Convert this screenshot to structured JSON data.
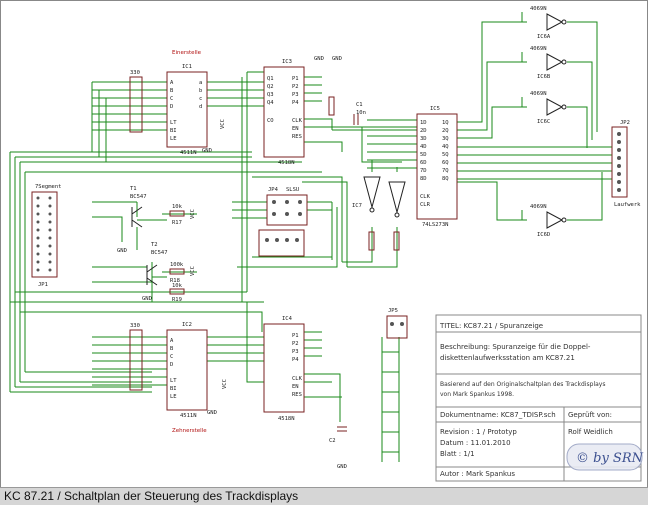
{
  "caption": "KC 87.21 / Schaltplan der Steuerung des Trackdisplays",
  "colors": {
    "wire": "#1a8a1a",
    "part": "#7a2020",
    "bus": "#223399",
    "label_red": "#b01010"
  },
  "parts": {
    "ic1": "IC1",
    "ic1_type": "4511N",
    "ic1_title": "Einerstelle",
    "ic2": "IC2",
    "ic2_type": "4511N",
    "ic2_title": "Zehnerstelle",
    "ic3": "IC3",
    "ic3_type": "4518N",
    "ic4": "IC4",
    "ic4_type": "4518N",
    "ic5": "IC5",
    "ic5_type": "74LS273N",
    "ic6a": "IC6A",
    "ic6b": "IC6B",
    "ic6c": "IC6C",
    "ic6d": "IC6D",
    "ic7": "IC7",
    "inv_type": "4069N",
    "jp1": "JP1",
    "jp2": "JP2",
    "jp2_label": "Laufwerk",
    "jp4": "JP4",
    "jp5": "JP5",
    "slsu": "SLSU",
    "seg": "7Segment",
    "t1": "T1",
    "t1_type": "BC547",
    "t2": "T2",
    "t2_type": "BC547",
    "r17": "R17",
    "r17_val": "10k",
    "r18": "R18",
    "r18_val": "100k",
    "r19": "R19",
    "r19_val": "10k",
    "c1": "C1",
    "c1_val": "10n",
    "c2": "C2",
    "r330": "330",
    "gnd": "GND",
    "vcc": "VCC"
  },
  "titleblock": {
    "titel": "TITEL: KC87.21 / Spuranzeige",
    "beschreibung_1": "Beschreibung: Spuranzeige für die Doppel-",
    "beschreibung_2": "diskettenlaufwerksstation am KC87.21",
    "basierend_1": "Basierend auf den Originalschaltplan des Trackdisplays",
    "basierend_2": "von Mark Spankus 1998.",
    "dokument": "Dokumentname: KC87_TDISP.sch",
    "geprueft": "Geprüft von:",
    "revision": "Revision    : 1 / Prototyp",
    "datum": "Datum       : 11.01.2010",
    "blatt": "Blatt       : 1/1",
    "autor": "Autor       : Mark Spankus",
    "pruefer": "Rolf Weidlich"
  },
  "watermark": "© by SRN"
}
